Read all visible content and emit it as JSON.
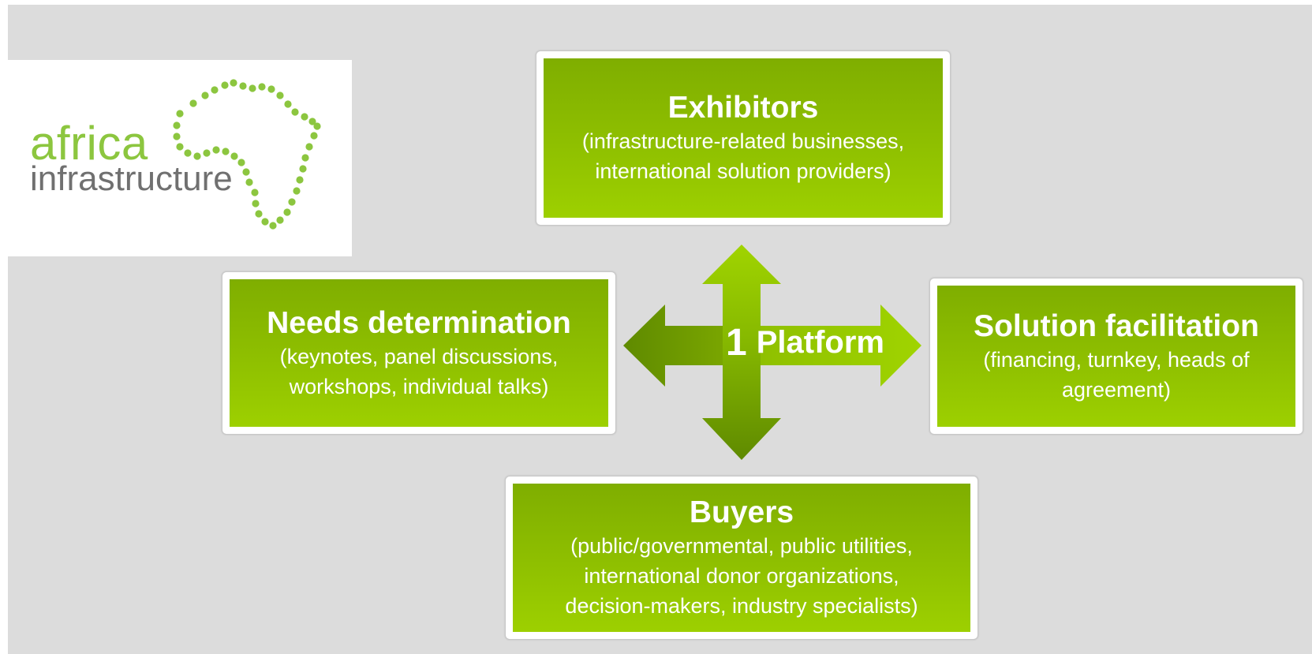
{
  "logo": {
    "word1": "africa",
    "word2": "infrastructure",
    "colors": {
      "primary": "#8cc63f",
      "secondary": "#707070"
    }
  },
  "center": {
    "number": "1",
    "label": "Platform"
  },
  "nodes": {
    "top": {
      "title": "Exhibitors",
      "lines": [
        "(infrastructure-related businesses,",
        "international solution providers)"
      ]
    },
    "left": {
      "title": "Needs determination",
      "lines": [
        "(keynotes, panel discussions,",
        "workshops, individual talks)"
      ]
    },
    "right": {
      "title": "Solution facilitation",
      "lines": [
        "(financing, turnkey, heads of",
        "agreement)"
      ]
    },
    "bottom": {
      "title": "Buyers",
      "lines": [
        "(public/governmental, public utilities,",
        "international donor organizations,",
        "decision-makers, industry specialists)"
      ]
    }
  },
  "colors": {
    "box_green": "#8fc000",
    "arrow_light": "#9dd000",
    "arrow_dark": "#5f8a00",
    "background": "#dcdcdc"
  }
}
